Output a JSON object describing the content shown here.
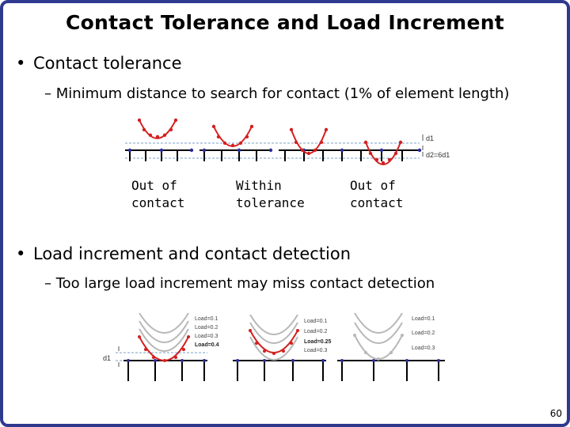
{
  "slide": {
    "title": "Contact Tolerance and Load Increment",
    "page_number": "60"
  },
  "section1": {
    "bullet": "Contact tolerance",
    "sub": "– Minimum distance to search for contact (1% of element length)",
    "labels": [
      {
        "line1": "Out of",
        "line2": "contact"
      },
      {
        "line1": "Within",
        "line2": "tolerance"
      },
      {
        "line1": "Out of",
        "line2": "contact"
      }
    ],
    "dim_d1": "d1",
    "dim_d2": "d2=6d1"
  },
  "section2": {
    "bullet": "Load increment and contact detection",
    "sub": "– Too large load increment may miss contact detection",
    "dim_d1": "d1",
    "groups": [
      {
        "loads": [
          "Load=0.1",
          "Load=0.2",
          "Load=0.3",
          "Load=0.4"
        ]
      },
      {
        "loads": [
          "Load=0.1",
          "Load=0.2",
          "Load=0.25",
          "Load=0.3"
        ]
      },
      {
        "loads": [
          "Load=0.1",
          "Load=0.2",
          "Load=0.3"
        ]
      }
    ]
  },
  "colors": {
    "frame": "#2f3a8f",
    "curve": "#d32020",
    "curve_gray": "#b8b8b8",
    "node": "#2a2a9a",
    "tolerance_line": "#7aa0c8"
  }
}
